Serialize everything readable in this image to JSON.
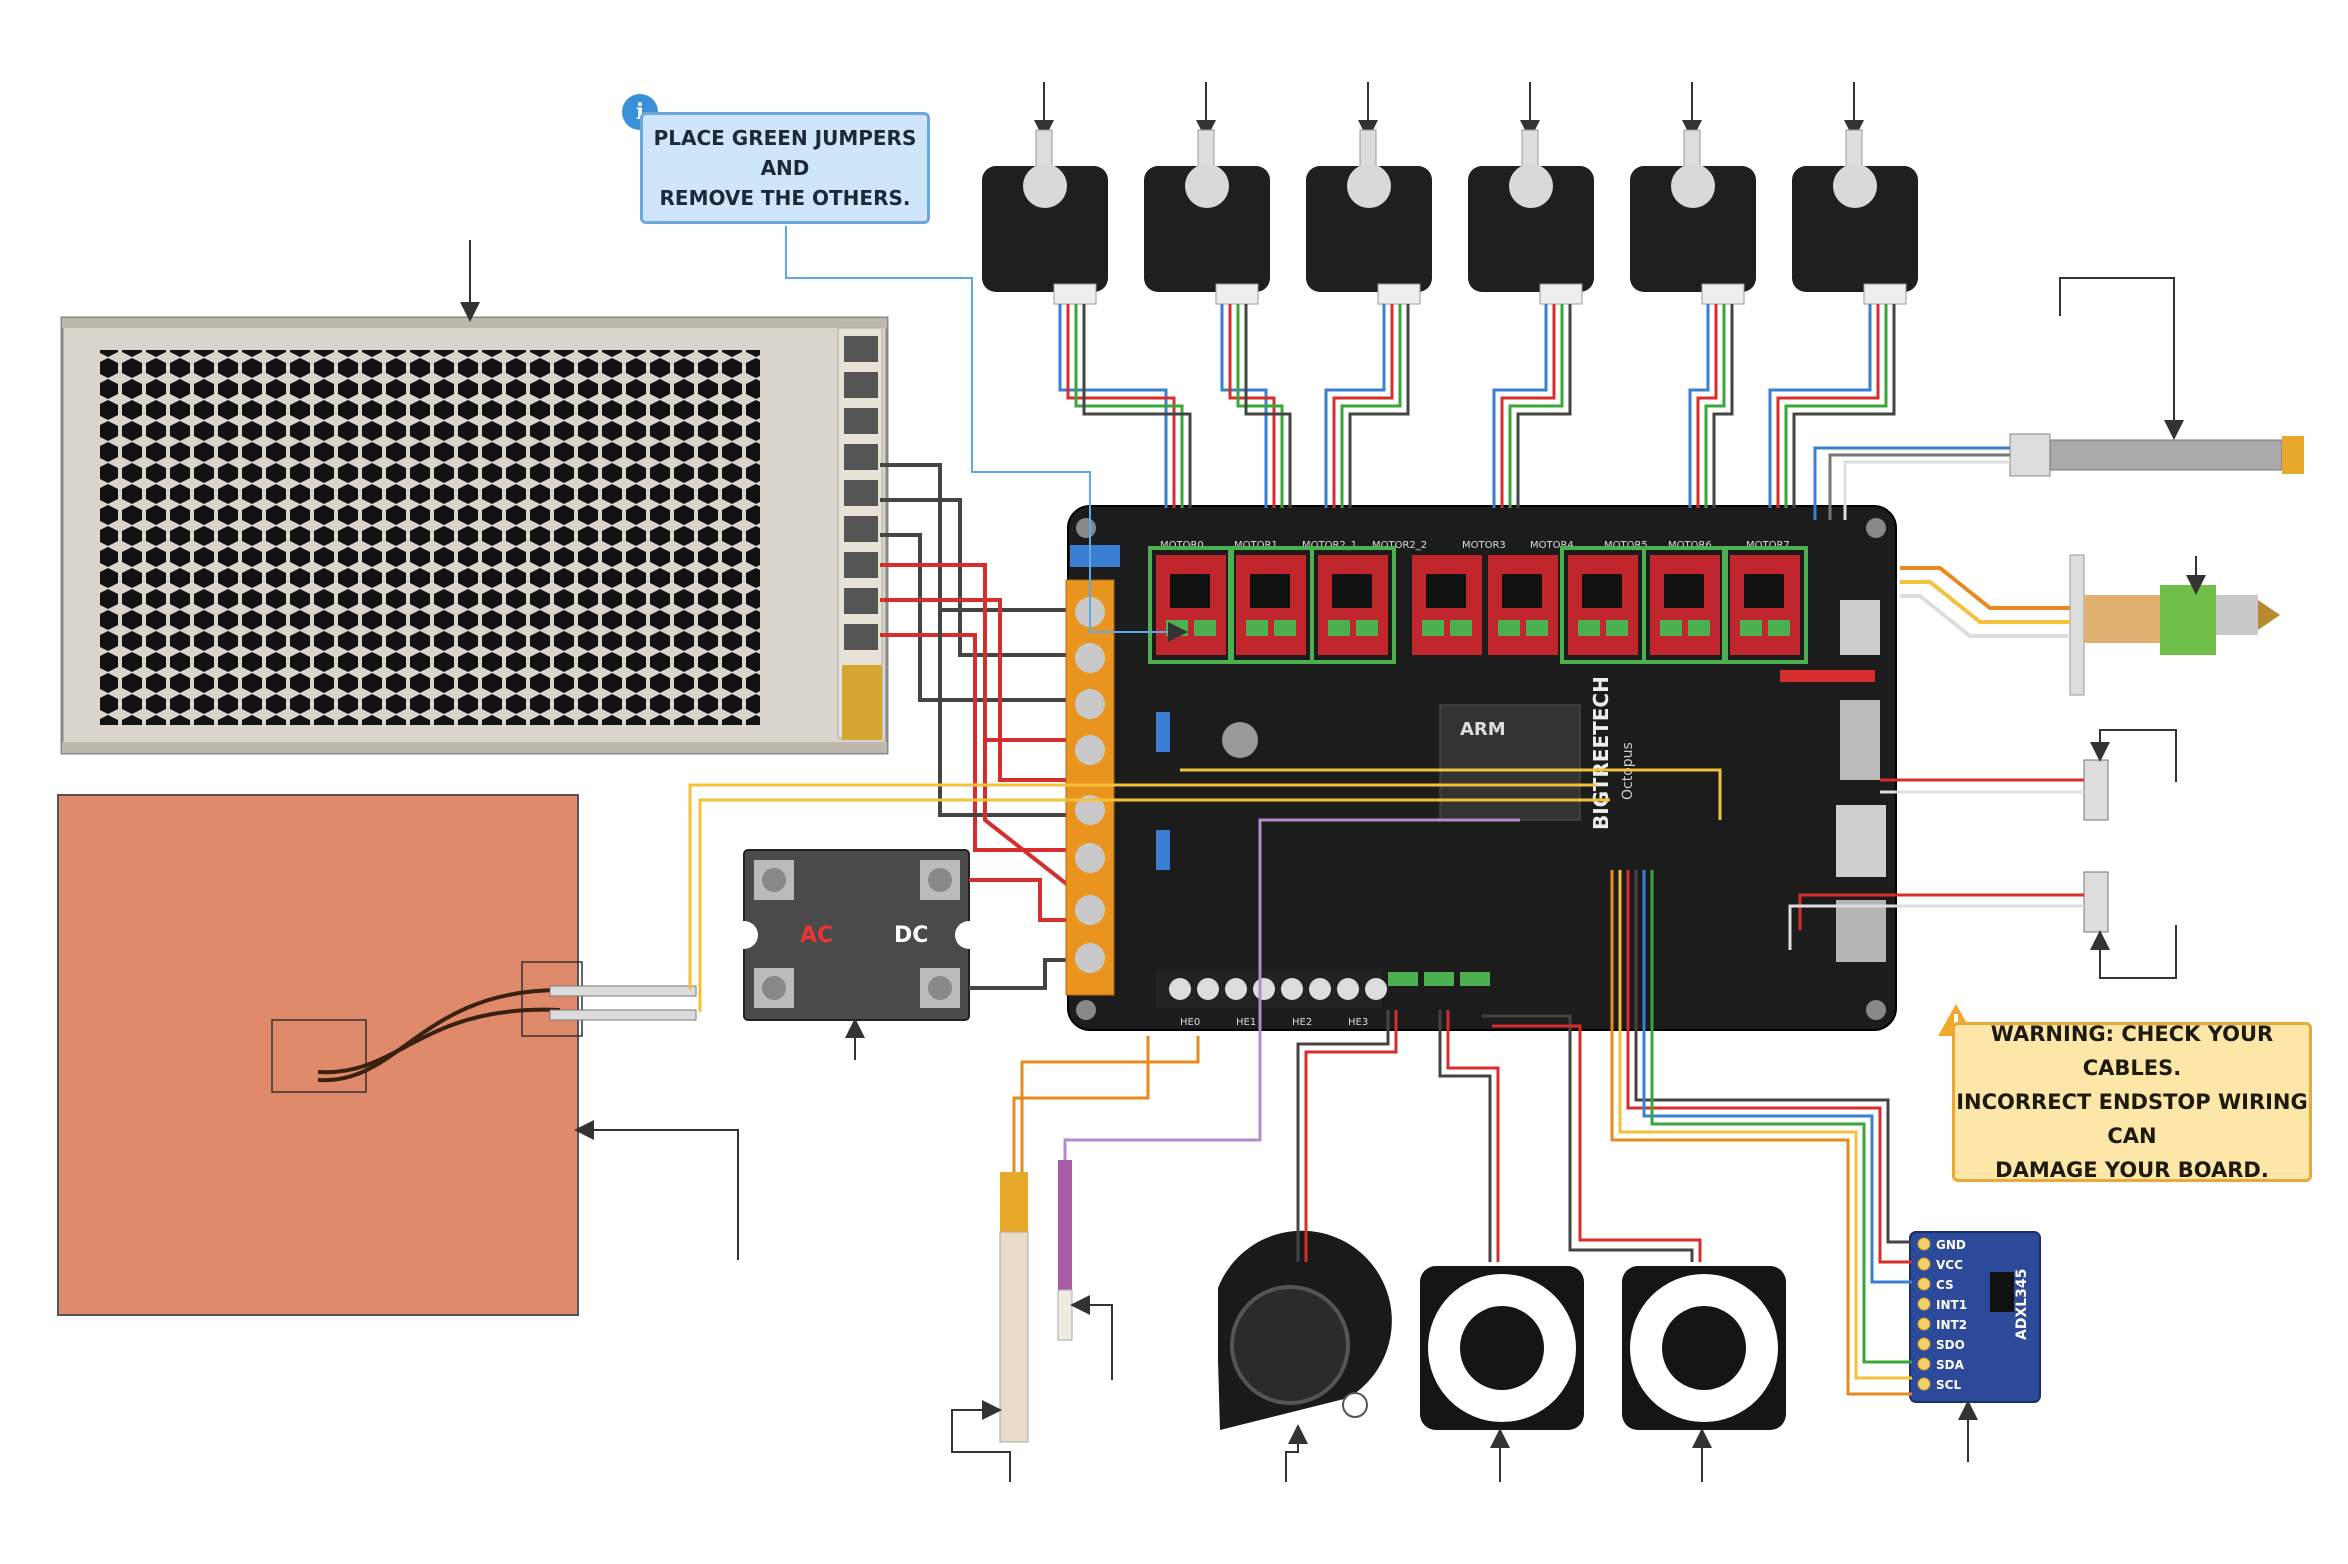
{
  "notes": {
    "jumpers": {
      "line1": "Place green jumpers and",
      "line2": "remove the others."
    },
    "warning": {
      "line1": "Warning: check your cables.",
      "line2": "Incorrect endstop wiring can",
      "line3": "damage your board."
    }
  },
  "board": {
    "brand": "BIGTREETECH",
    "model": "Octopus",
    "chip": "ARM",
    "motor_labels": [
      "MOTOR0",
      "MOTOR1",
      "MOTOR2_1",
      "MOTOR2_2",
      "MOTOR3",
      "MOTOR4",
      "MOTOR5",
      "MOTOR6",
      "MOTOR7"
    ],
    "heater_labels": [
      "HE0",
      "HE1",
      "HE2",
      "HE3"
    ]
  },
  "ssr": {
    "ac_label": "AC",
    "dc_label": "DC"
  },
  "accelerometer": {
    "name": "ADXL345",
    "pins": [
      "GND",
      "VCC",
      "CS",
      "INT1",
      "INT2",
      "SDO",
      "SDA",
      "SCL"
    ]
  },
  "colors": {
    "board": "#1c1c1c",
    "bed": "#df8a6b",
    "psu": "#d9d5cc",
    "info_note": "#cfe6fa",
    "warning_note": "#fde7a8",
    "jumper_green": "#4caf50",
    "wire_red": "#d62d2d",
    "wire_black": "#444444",
    "wire_blue": "#2f7fd1",
    "wire_green": "#3aa63a",
    "wire_yellow": "#f3c23a",
    "wire_orange": "#e88a1f",
    "wire_purple": "#b58ac9"
  },
  "icons": [
    "info-icon",
    "warning-icon",
    "stepper-motor-icon",
    "blower-fan-icon",
    "axial-fan-icon",
    "endstop-switch-icon",
    "thermistor-icon",
    "heater-cartridge-icon",
    "hotend-icon",
    "bltouch-probe-icon"
  ]
}
